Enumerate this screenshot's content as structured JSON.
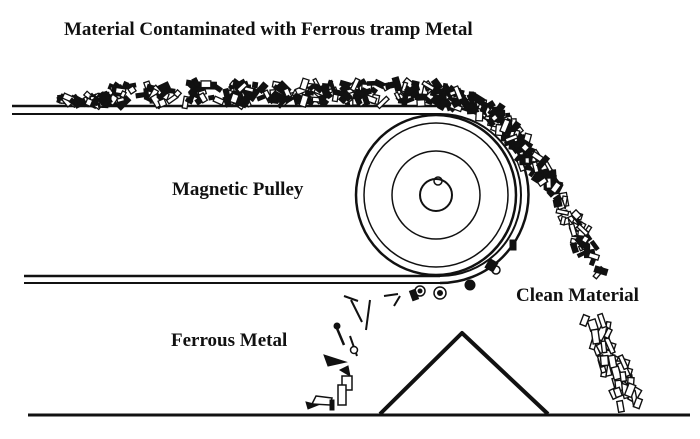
{
  "diagram": {
    "title": "Material Contaminated with Ferrous tramp Metal",
    "labels": {
      "pulley": "Magnetic Pulley",
      "clean": "Clean Material",
      "ferrous": "Ferrous Metal"
    }
  },
  "colors": {
    "ink": "#111111",
    "background": "#ffffff"
  }
}
